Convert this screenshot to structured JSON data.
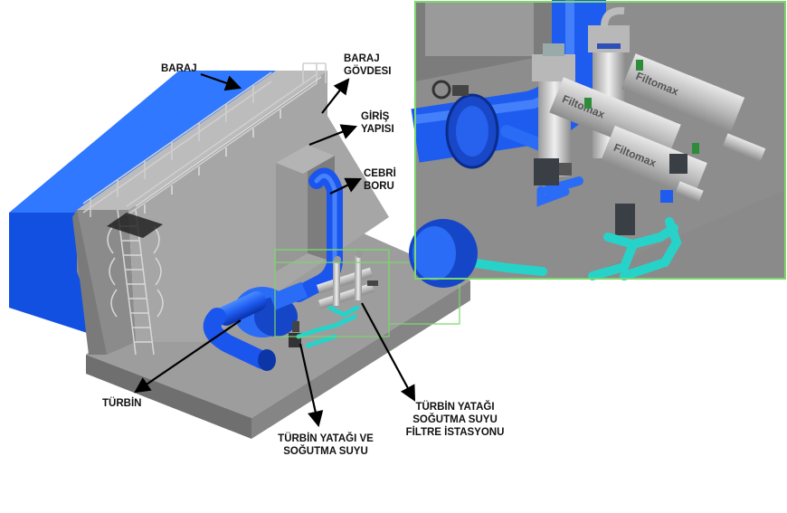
{
  "labels": {
    "baraj": "BARAJ",
    "baraj_govdesi_1": "BARAJ",
    "baraj_govdesi_2": "GÖVDESI",
    "giris_1": "GİRİŞ",
    "giris_2": "YAPISI",
    "cebri_1": "CEBRİ",
    "cebri_2": "BORU",
    "turbin": "TÜRBİN",
    "yatak_sogutma_1": "TÜRBİN YATAĞI VE",
    "yatak_sogutma_2": "SOĞUTMA SUYU",
    "filtre_1": "TÜRBİN YATAĞI",
    "filtre_2": "SOĞUTMA SUYU",
    "filtre_3": "FİLTRE İSTASYONU"
  },
  "brand_text": "Filtomax",
  "colors": {
    "water": "#1565e8",
    "concrete": "#a9a9a9",
    "pipe_blue": "#1e5cf0",
    "pipe_cyan": "#27d3c9",
    "frame_green": "#7bd66b"
  }
}
